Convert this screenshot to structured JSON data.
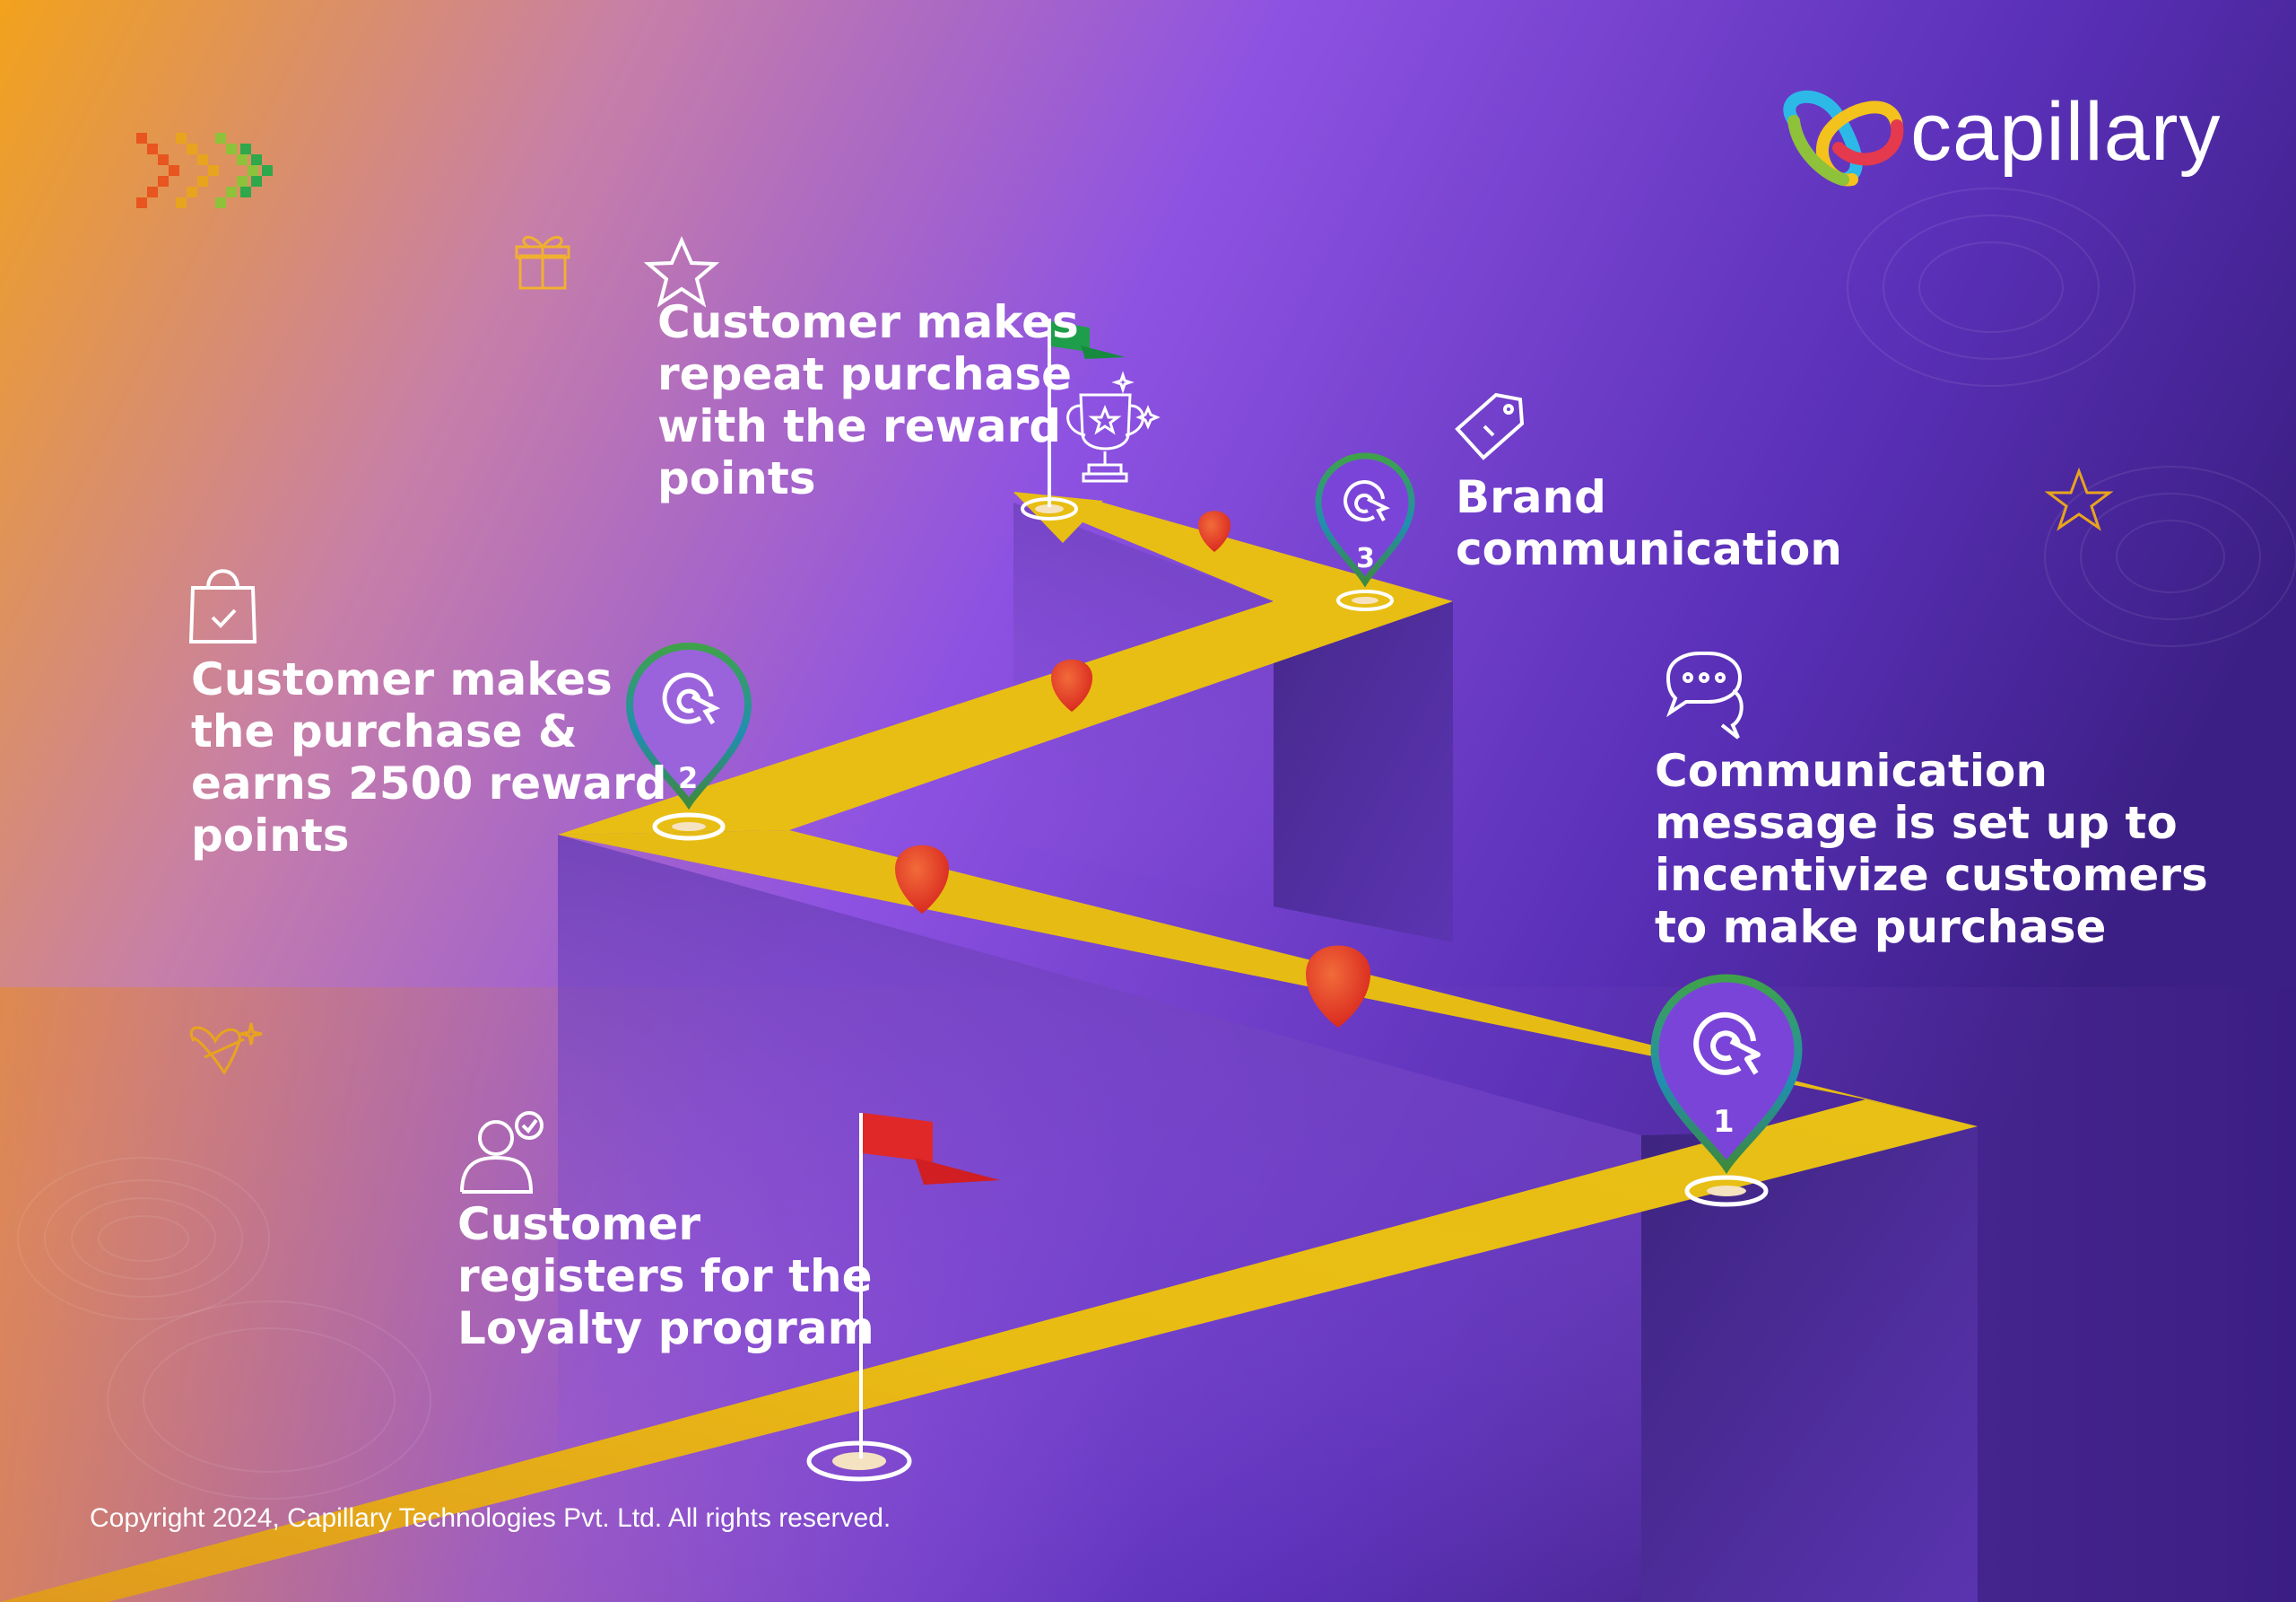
{
  "brand": {
    "name": "capillary",
    "logo_icon": "capillary-logo-knot-icon"
  },
  "steps": [
    {
      "label": "Customer registers for the Loyalty program",
      "lines": [
        "Customer",
        "registers for the",
        "Loyalty program"
      ],
      "icon": "user-check-icon"
    },
    {
      "label": "Communication message is set up to incentivize customers to make purchase",
      "lines": [
        "Communication",
        "message is set up to",
        "incentivize customers",
        "to make purchase"
      ],
      "icon": "chat-bubbles-icon",
      "marker": "1"
    },
    {
      "label": "Customer makes the purchase & earns 2500 reward points",
      "lines": [
        "Customer makes",
        "the purchase &",
        "earns 2500 reward",
        "points"
      ],
      "icon": "shopping-bag-icon",
      "marker": "2"
    },
    {
      "label": "Brand communication",
      "lines": [
        "Brand",
        "communication"
      ],
      "icon": "price-tag-icon",
      "marker": "3"
    },
    {
      "label": "Customer makes repeat purchase with the reward points",
      "lines": [
        "Customer makes",
        "repeat purchase",
        "with the reward",
        "points"
      ],
      "icon": "star-outline-icon"
    }
  ],
  "copyright": "Copyright 2024, Capillary Technologies Pvt. Ltd. All rights reserved.",
  "colors": {
    "orange": "#F0A01E",
    "purple": "#8A4FE0",
    "deep_purple": "#3A1E7A",
    "road": "#E8BE14",
    "flag_red": "#E02828",
    "flag_green": "#1E9E4A",
    "pin_red": "#E8452A"
  }
}
